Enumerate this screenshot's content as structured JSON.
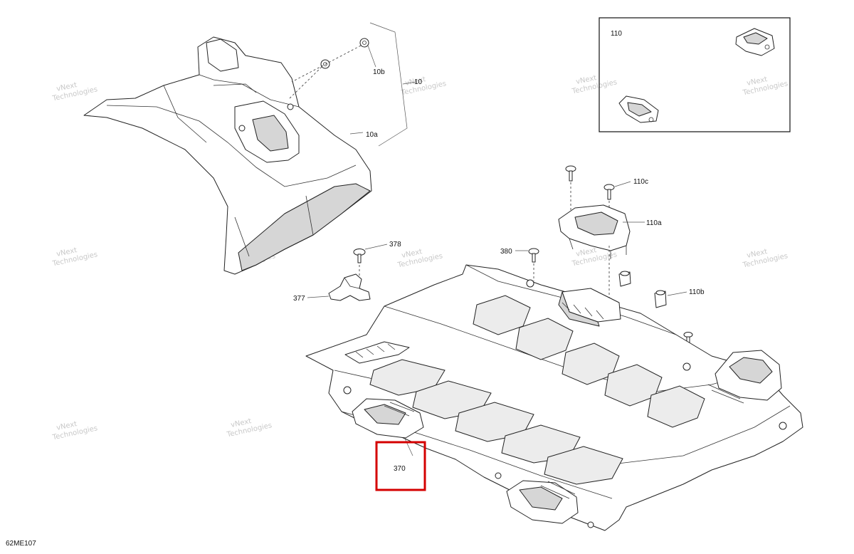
{
  "diagram": {
    "code": "62ME107",
    "watermark_text": [
      "vNext",
      "Technologies"
    ],
    "callouts": {
      "c10": "10",
      "c10a": "10a",
      "c10b": "10b",
      "c110": "110",
      "c110a": "110a",
      "c110b": "110b",
      "c110c": "110c",
      "c370": "370",
      "c377": "377",
      "c378": "378",
      "c380": "380"
    },
    "highlight_color": "#d40000"
  }
}
